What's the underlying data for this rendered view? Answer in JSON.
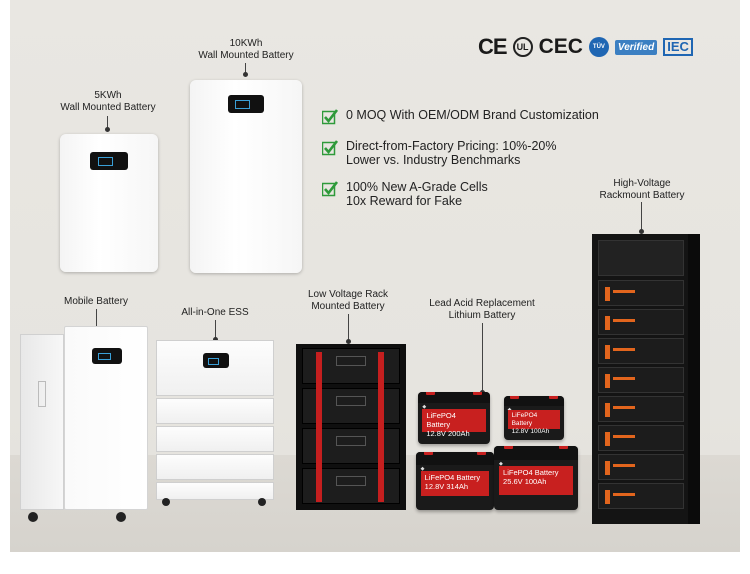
{
  "certifications": {
    "ce": "CE",
    "ul": "UL",
    "cec": "CEC",
    "tuv": "TÜV",
    "verified": "Verified",
    "iec": "IEC",
    "icons": [
      "ce-mark-icon",
      "ul-mark-icon",
      "cec-mark-icon",
      "tuv-mark-icon",
      "verified-mark-icon",
      "iec-mark-icon"
    ]
  },
  "features": [
    {
      "lines": [
        "0 MOQ With OEM/ODM Brand Customization"
      ]
    },
    {
      "lines": [
        "Direct-from-Factory Pricing: 10%-20%",
        "Lower vs. Industry Benchmarks"
      ]
    },
    {
      "lines": [
        "100% New A-Grade Cells",
        "10x Reward for Fake"
      ]
    }
  ],
  "check_color": "#2e9a3a",
  "products": {
    "wall_5kwh": {
      "line1": "5KWh",
      "line2": "Wall Mounted Battery"
    },
    "wall_10kwh": {
      "line1": "10KWh",
      "line2": "Wall Mounted Battery"
    },
    "mobile": {
      "line1": "Mobile Battery"
    },
    "all_in_one": {
      "line1": "All-in-One ESS"
    },
    "low_voltage_rack": {
      "line1": "Low Voltage Rack",
      "line2": "Mounted Battery"
    },
    "lead_acid": {
      "line1": "Lead Acid Replacement",
      "line2": "Lithium Battery"
    },
    "high_voltage": {
      "line1": "High-Voltage",
      "line2": "Rackmount Battery"
    }
  },
  "lifepo4": [
    {
      "name": "LiFePO4 Battery",
      "spec": "12.8V 200Ah"
    },
    {
      "name": "LiFePO4 Battery",
      "spec": "12.8V 100Ah"
    },
    {
      "name": "LiFePO4 Battery",
      "spec": "12.8V 314Ah"
    },
    {
      "name": "LiFePO4 Battery",
      "spec": "25.6V 100Ah"
    }
  ],
  "colors": {
    "accent_red": "#c8201f",
    "screen": "#111111",
    "hv_orange": "#e2651d"
  }
}
